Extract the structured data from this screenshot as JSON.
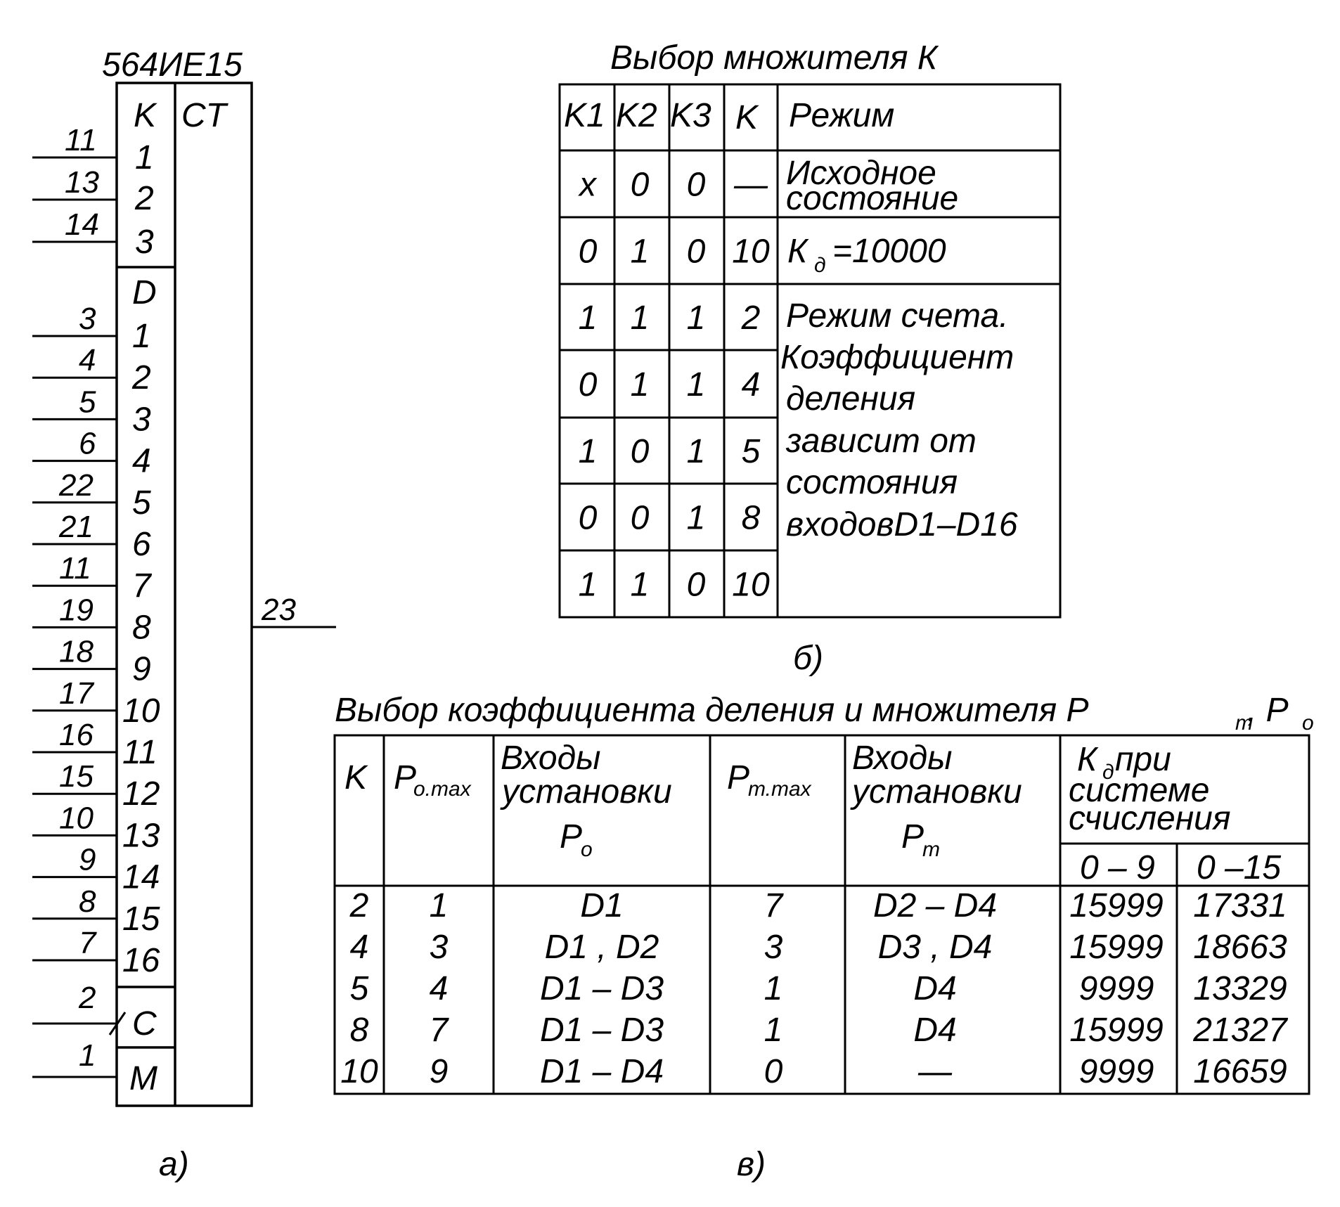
{
  "chip": {
    "name": "564ИЕ15",
    "ct_label": "CT",
    "k_group_label": "K",
    "k_pins": [
      {
        "pin": "11",
        "label": "1"
      },
      {
        "pin": "13",
        "label": "2"
      },
      {
        "pin": "14",
        "label": "3"
      }
    ],
    "d_group_label": "D",
    "d_pins": [
      {
        "pin": "3",
        "label": "1"
      },
      {
        "pin": "4",
        "label": "2"
      },
      {
        "pin": "5",
        "label": "3"
      },
      {
        "pin": "6",
        "label": "4"
      },
      {
        "pin": "22",
        "label": "5"
      },
      {
        "pin": "21",
        "label": "6"
      },
      {
        "pin": "11",
        "label": "7"
      },
      {
        "pin": "19",
        "label": "8"
      },
      {
        "pin": "18",
        "label": "9"
      },
      {
        "pin": "17",
        "label": "10"
      },
      {
        "pin": "16",
        "label": "11"
      },
      {
        "pin": "15",
        "label": "12"
      },
      {
        "pin": "10",
        "label": "13"
      },
      {
        "pin": "9",
        "label": "14"
      },
      {
        "pin": "8",
        "label": "15"
      },
      {
        "pin": "7",
        "label": "16"
      }
    ],
    "c_pin": {
      "pin": "2",
      "label": "C"
    },
    "m_pin": {
      "pin": "1",
      "label": "M"
    },
    "output_pin": "23",
    "caption": "а)"
  },
  "table_b": {
    "title": "Выбор множителя К",
    "headers": [
      "K1",
      "K2",
      "K3",
      "K",
      "Режим"
    ],
    "rows": [
      [
        "x",
        "0",
        "0",
        "—"
      ],
      [
        "0",
        "1",
        "0",
        "10"
      ],
      [
        "1",
        "1",
        "1",
        "2"
      ],
      [
        "0",
        "1",
        "1",
        "4"
      ],
      [
        "1",
        "0",
        "1",
        "5"
      ],
      [
        "0",
        "0",
        "1",
        "8"
      ],
      [
        "1",
        "1",
        "0",
        "10"
      ]
    ],
    "mode_initial": [
      "Исходное",
      "состояние"
    ],
    "mode_kd": {
      "k": "К",
      "sub": "д",
      "rest": "=10000"
    },
    "mode_count": [
      "Режим счета.",
      "Коэффициент",
      "деления",
      "зависит от",
      "состояния",
      "входовD1–D16"
    ],
    "caption": "б)"
  },
  "table_c": {
    "title_main": "Выбор коэффициента  деления и множителя Р",
    "title_sub1": "т",
    "title_mid": " , Р",
    "title_sub2": "о",
    "header_k": "K",
    "header_po_main": "P",
    "header_po_sub": "о.max",
    "header_inputs_po": [
      "Входы",
      "установки"
    ],
    "header_inputs_po_sym": {
      "main": "P",
      "sub": "o"
    },
    "header_pt_main": "P",
    "header_pt_sub": "т.max",
    "header_inputs_pt": [
      "Входы",
      "установки"
    ],
    "header_inputs_pt_sym": {
      "main": "P",
      "sub": "т"
    },
    "header_kd": {
      "main": "К",
      "sub": "д",
      "rest": " при"
    },
    "header_kd_lines": [
      "системе",
      "счисления"
    ],
    "header_bases": [
      "0 – 9",
      "0 –15"
    ],
    "rows": [
      [
        "2",
        "1",
        "D1",
        "7",
        "D2 – D4",
        "15999",
        "17331"
      ],
      [
        "4",
        "3",
        "D1 , D2",
        "3",
        "D3 , D4",
        "15999",
        "18663"
      ],
      [
        "5",
        "4",
        "D1 – D3",
        "1",
        "D4",
        "9999",
        "13329"
      ],
      [
        "8",
        "7",
        "D1 – D3",
        "1",
        "D4",
        "15999",
        "21327"
      ],
      [
        "10",
        "9",
        "D1 – D4",
        "0",
        "—",
        "9999",
        "16659"
      ]
    ],
    "caption": "в)"
  }
}
